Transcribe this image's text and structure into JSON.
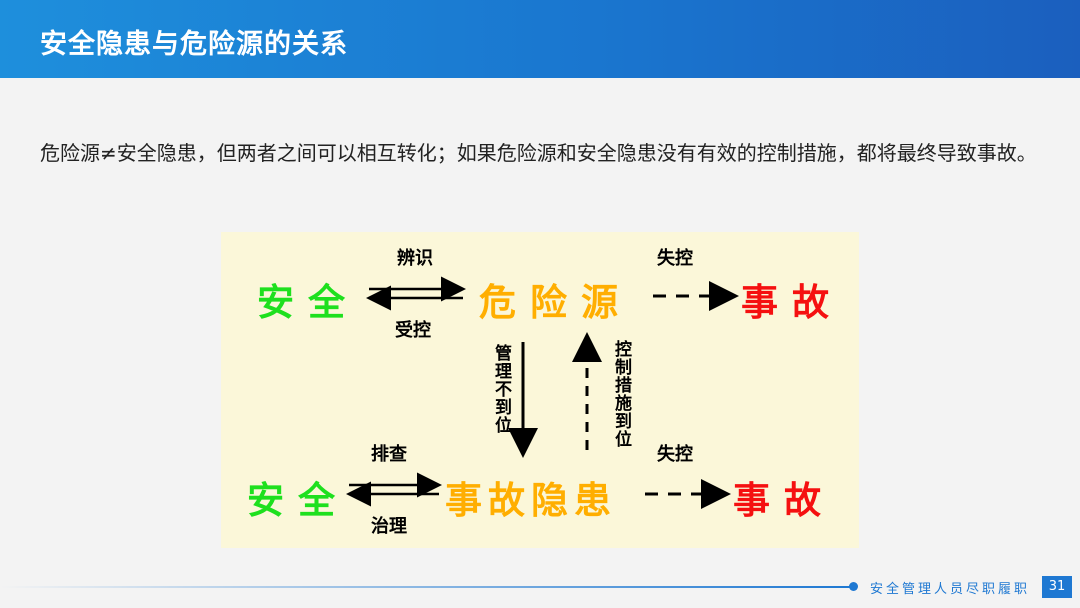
{
  "header": {
    "title": "安全隐患与危险源的关系"
  },
  "intro": {
    "text": "危险源≠安全隐患，但两者之间可以相互转化；如果危险源和安全隐患没有有效的控制措施，都将最终导致事故。"
  },
  "diagram": {
    "top_row": {
      "safe": "安全",
      "hazard_source": "危险源",
      "accident": "事故",
      "label_identify": "辨识",
      "label_controlled": "受控",
      "label_lose_control": "失控"
    },
    "vertical": {
      "management_inadequate": "管理不到位",
      "control_measures_in_place": "控制措施到位"
    },
    "bottom_row": {
      "safe": "安全",
      "hidden_danger": "事故隐患",
      "accident": "事故",
      "label_inspect": "排查",
      "label_remediate": "治理",
      "label_lose_control": "失控"
    },
    "colors": {
      "safe": "#1ee01e",
      "hazard": "#ffae00",
      "accident": "#f51010"
    }
  },
  "footer": {
    "tagline": "安全管理人员尽职履职",
    "page": "31"
  }
}
